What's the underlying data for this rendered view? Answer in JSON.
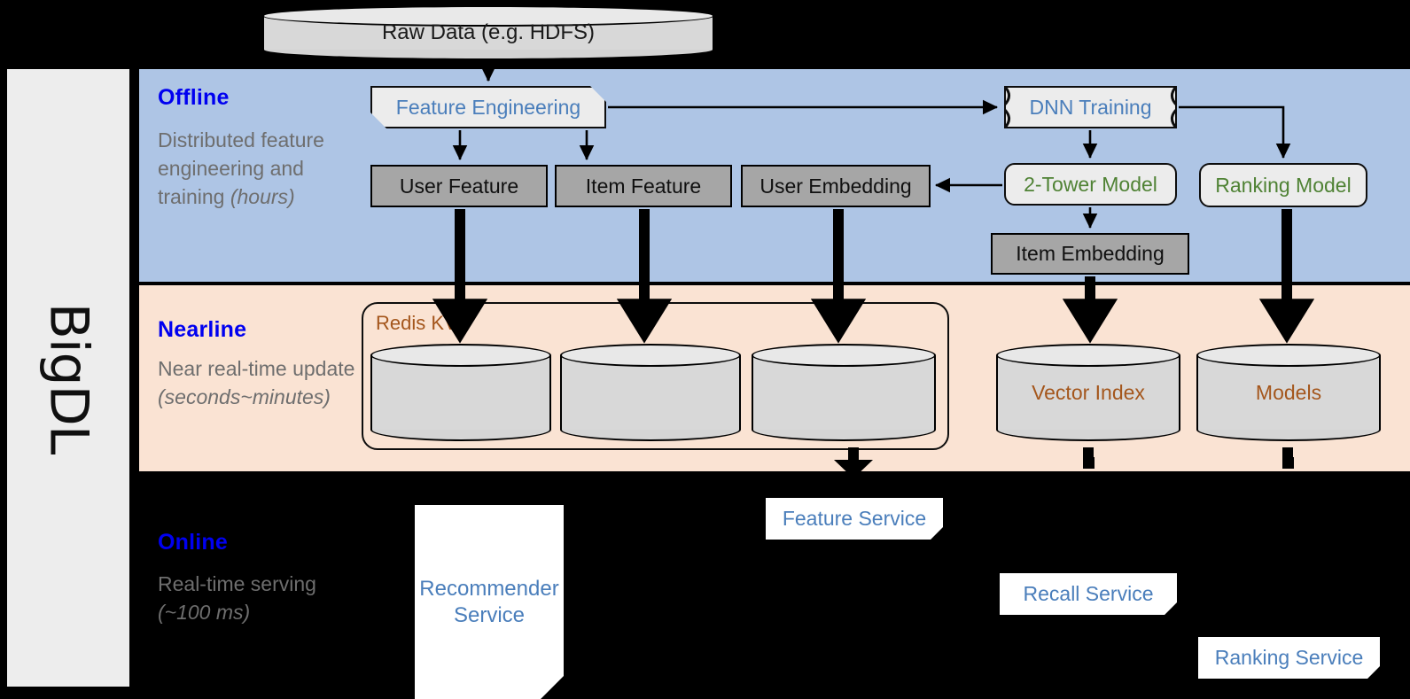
{
  "framework": {
    "name": "BigDL"
  },
  "sections": [
    {
      "id": "offline",
      "title": "Offline",
      "subtitle_plain": "Distributed feature engineering and training ",
      "subtitle_italic": "(hours)",
      "bg_color": "#aec5e5"
    },
    {
      "id": "nearline",
      "title": "Nearline",
      "subtitle_plain": "Near real-time update ",
      "subtitle_italic": "(seconds~minutes)",
      "bg_color": "#fae3d3"
    },
    {
      "id": "online",
      "title": "Online",
      "subtitle_plain": "Real-time serving ",
      "subtitle_italic": "(~100 ms)",
      "bg_color": "#000000"
    }
  ],
  "source": {
    "raw_data_label": "Raw Data (e.g. HDFS)"
  },
  "offline": {
    "feature_engineering": "Feature Engineering",
    "dnn_training": "DNN Training",
    "two_tower_model": "2-Tower Model",
    "ranking_model": "Ranking Model",
    "user_feature": "User Feature",
    "item_feature": "Item Feature",
    "user_embedding": "User Embedding",
    "item_embedding": "Item Embedding"
  },
  "nearline": {
    "redis_label": "Redis KV",
    "stores": [
      "",
      "",
      ""
    ],
    "vector_index": "Vector Index",
    "models": "Models"
  },
  "online": {
    "recommender_service": "Recommender Service",
    "feature_service": "Feature Service",
    "recall_service": "Recall Service",
    "ranking_service": "Ranking Service"
  },
  "colors": {
    "accent_blue": "#0000f0",
    "node_blue": "#4a7ebb",
    "node_green": "#4f8234",
    "store_brown": "#a4561c",
    "grey_box": "#a6a6a6",
    "light_box": "#ececec",
    "muted_text": "#6e6e6e"
  }
}
